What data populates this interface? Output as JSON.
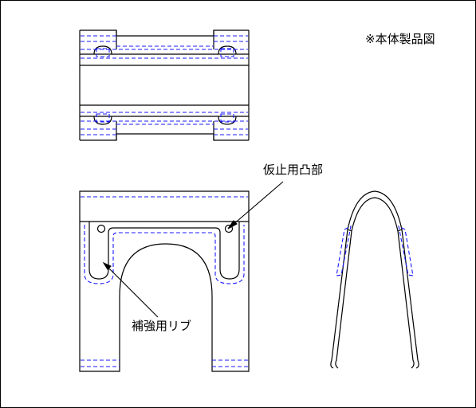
{
  "labels": {
    "product_note": "※本体製品図",
    "temp_boss": "仮止用凸部",
    "rib": "補強用リブ"
  },
  "colors": {
    "outline": "#000000",
    "hidden_line": "#1a1aff",
    "background": "#ffffff"
  }
}
